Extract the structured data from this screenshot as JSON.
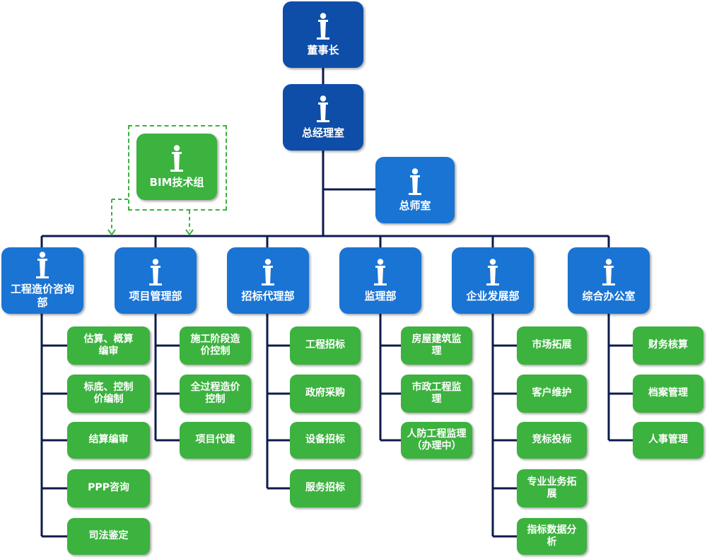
{
  "colors": {
    "line": "#0d1b4c",
    "navy": "#0e4ea8",
    "blue": "#1a74d4",
    "green": "#3cb23f",
    "dash": "#3cb23f"
  },
  "nodes": {
    "chairman": "董事长",
    "gm_office": "总经理室",
    "chief_engineer": "总师室",
    "bim": "BIM技术组"
  },
  "departments": [
    {
      "name": "工程造价咨询部",
      "children": [
        "估算、概算编审",
        "标底、控制价编制",
        "结算编审",
        "PPP咨询",
        "司法鉴定"
      ]
    },
    {
      "name": "项目管理部",
      "children": [
        "施工阶段造价控制",
        "全过程造价控制",
        "项目代建"
      ]
    },
    {
      "name": "招标代理部",
      "children": [
        "工程招标",
        "政府采购",
        "设备招标",
        "服务招标"
      ]
    },
    {
      "name": "监理部",
      "children": [
        "房屋建筑监理",
        "市政工程监理",
        "人防工程监理（办理中）"
      ]
    },
    {
      "name": "企业发展部",
      "children": [
        "市场拓展",
        "客户维护",
        "竞标投标",
        "专业业务拓展",
        "指标数据分析"
      ]
    },
    {
      "name": "综合办公室",
      "children": [
        "财务核算",
        "档案管理",
        "人事管理"
      ]
    }
  ]
}
